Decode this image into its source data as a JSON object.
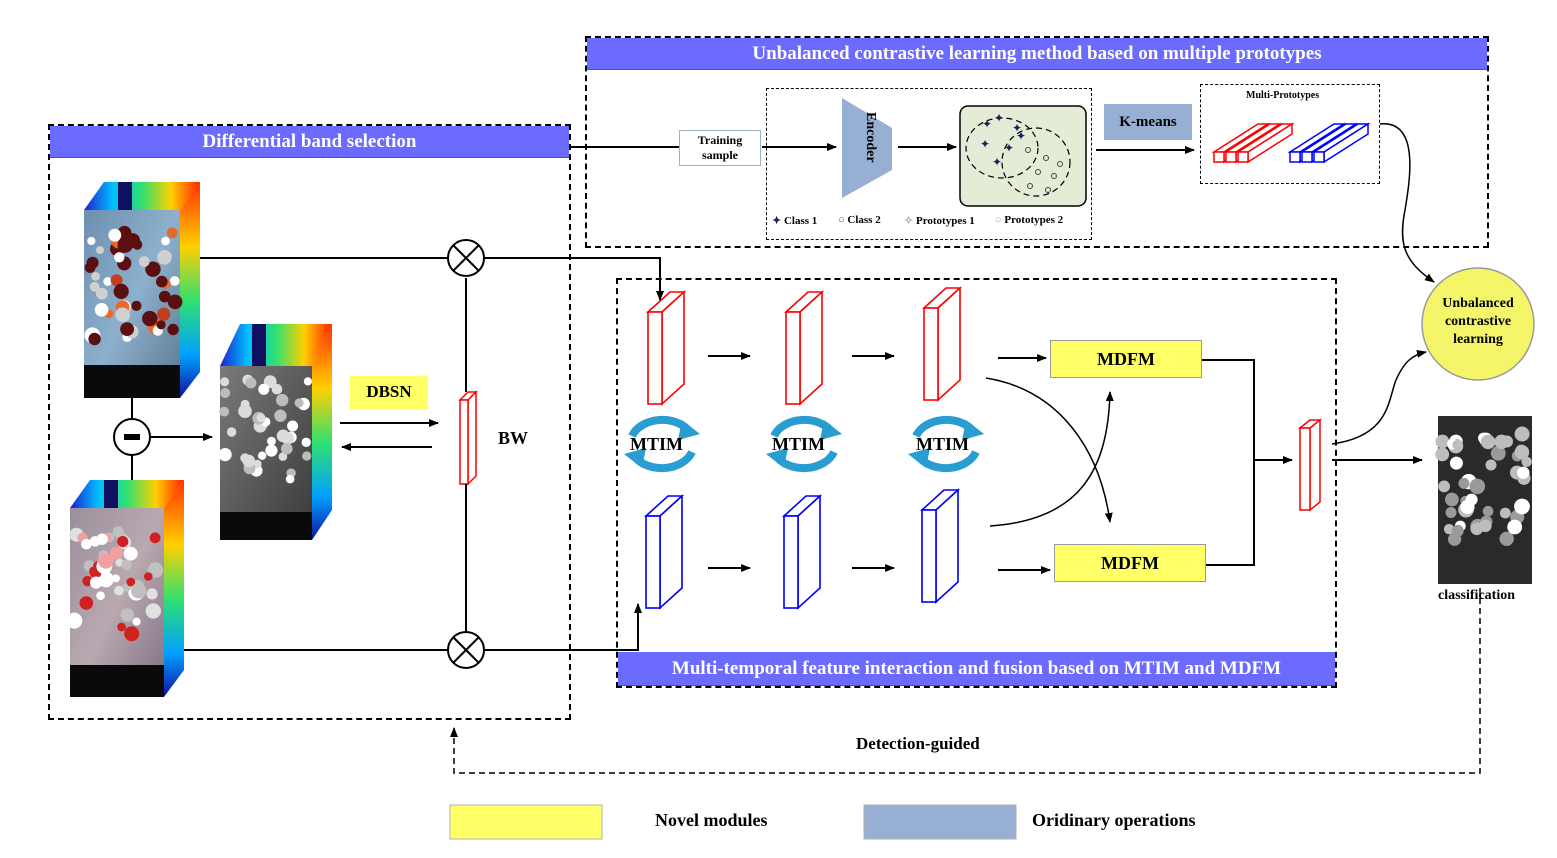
{
  "sections": {
    "band_selection_title": "Differential band selection",
    "contrastive_title": "Unbalanced contrastive learning method based on multiple prototypes",
    "fusion_title": "Multi-temporal feature interaction and fusion based on MTIM and MDFM"
  },
  "modules": {
    "dbsn": "DBSN",
    "bw": "BW",
    "mtim": "MTIM",
    "mdfm": "MDFM",
    "kmeans": "K-means",
    "encoder": "Encoder",
    "training_sample_line1": "Training",
    "training_sample_line2": "sample",
    "multi_prototypes": "Multi-Prototypes",
    "unbalanced_line1": "Unbalanced",
    "unbalanced_line2": "contrastive",
    "unbalanced_line3": "learning",
    "classification": "classification",
    "detection_guided": "Detection-guided",
    "minus_symbol": "-"
  },
  "prototype_legend": {
    "class1": "Class 1",
    "class2": "Class 2",
    "prototypes1": "Prototypes 1",
    "prototypes2": "Prototypes 2"
  },
  "legend": {
    "novel": "Novel modules",
    "ordinary": "Oridinary operations"
  },
  "colors": {
    "title_bar": "#6b6bff",
    "novel": "#ffff66",
    "ordinary": "#97afd2",
    "red_feature": "#ff0000",
    "blue_feature": "#0000ff",
    "mtim_arrow": "#2a9dd0"
  }
}
